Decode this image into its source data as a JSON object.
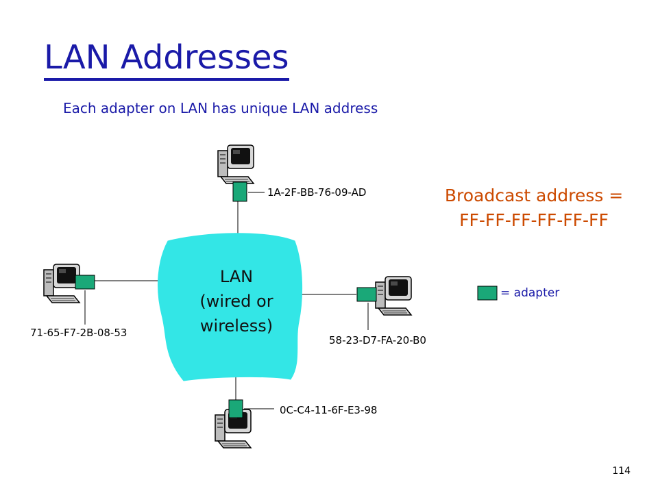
{
  "slide": {
    "title": "LAN Addresses",
    "subtitle": "Each adapter on LAN has unique LAN address",
    "page_number": "114"
  },
  "lan": {
    "line1": "LAN",
    "line2": "(wired or",
    "line3": "wireless)"
  },
  "addresses": {
    "top": "1A-2F-BB-76-09-AD",
    "left": "71-65-F7-2B-08-53",
    "right": "58-23-D7-FA-20-B0",
    "bottom": "0C-C4-11-6F-E3-98"
  },
  "broadcast": {
    "line1": "Broadcast address =",
    "line2": "FF-FF-FF-FF-FF-FF"
  },
  "legend": {
    "label": "= adapter"
  },
  "colors": {
    "title": "#1a1aa8",
    "broadcast": "#cc4a00",
    "lan_cloud": "#33e6e6",
    "adapter": "#1aa878"
  }
}
